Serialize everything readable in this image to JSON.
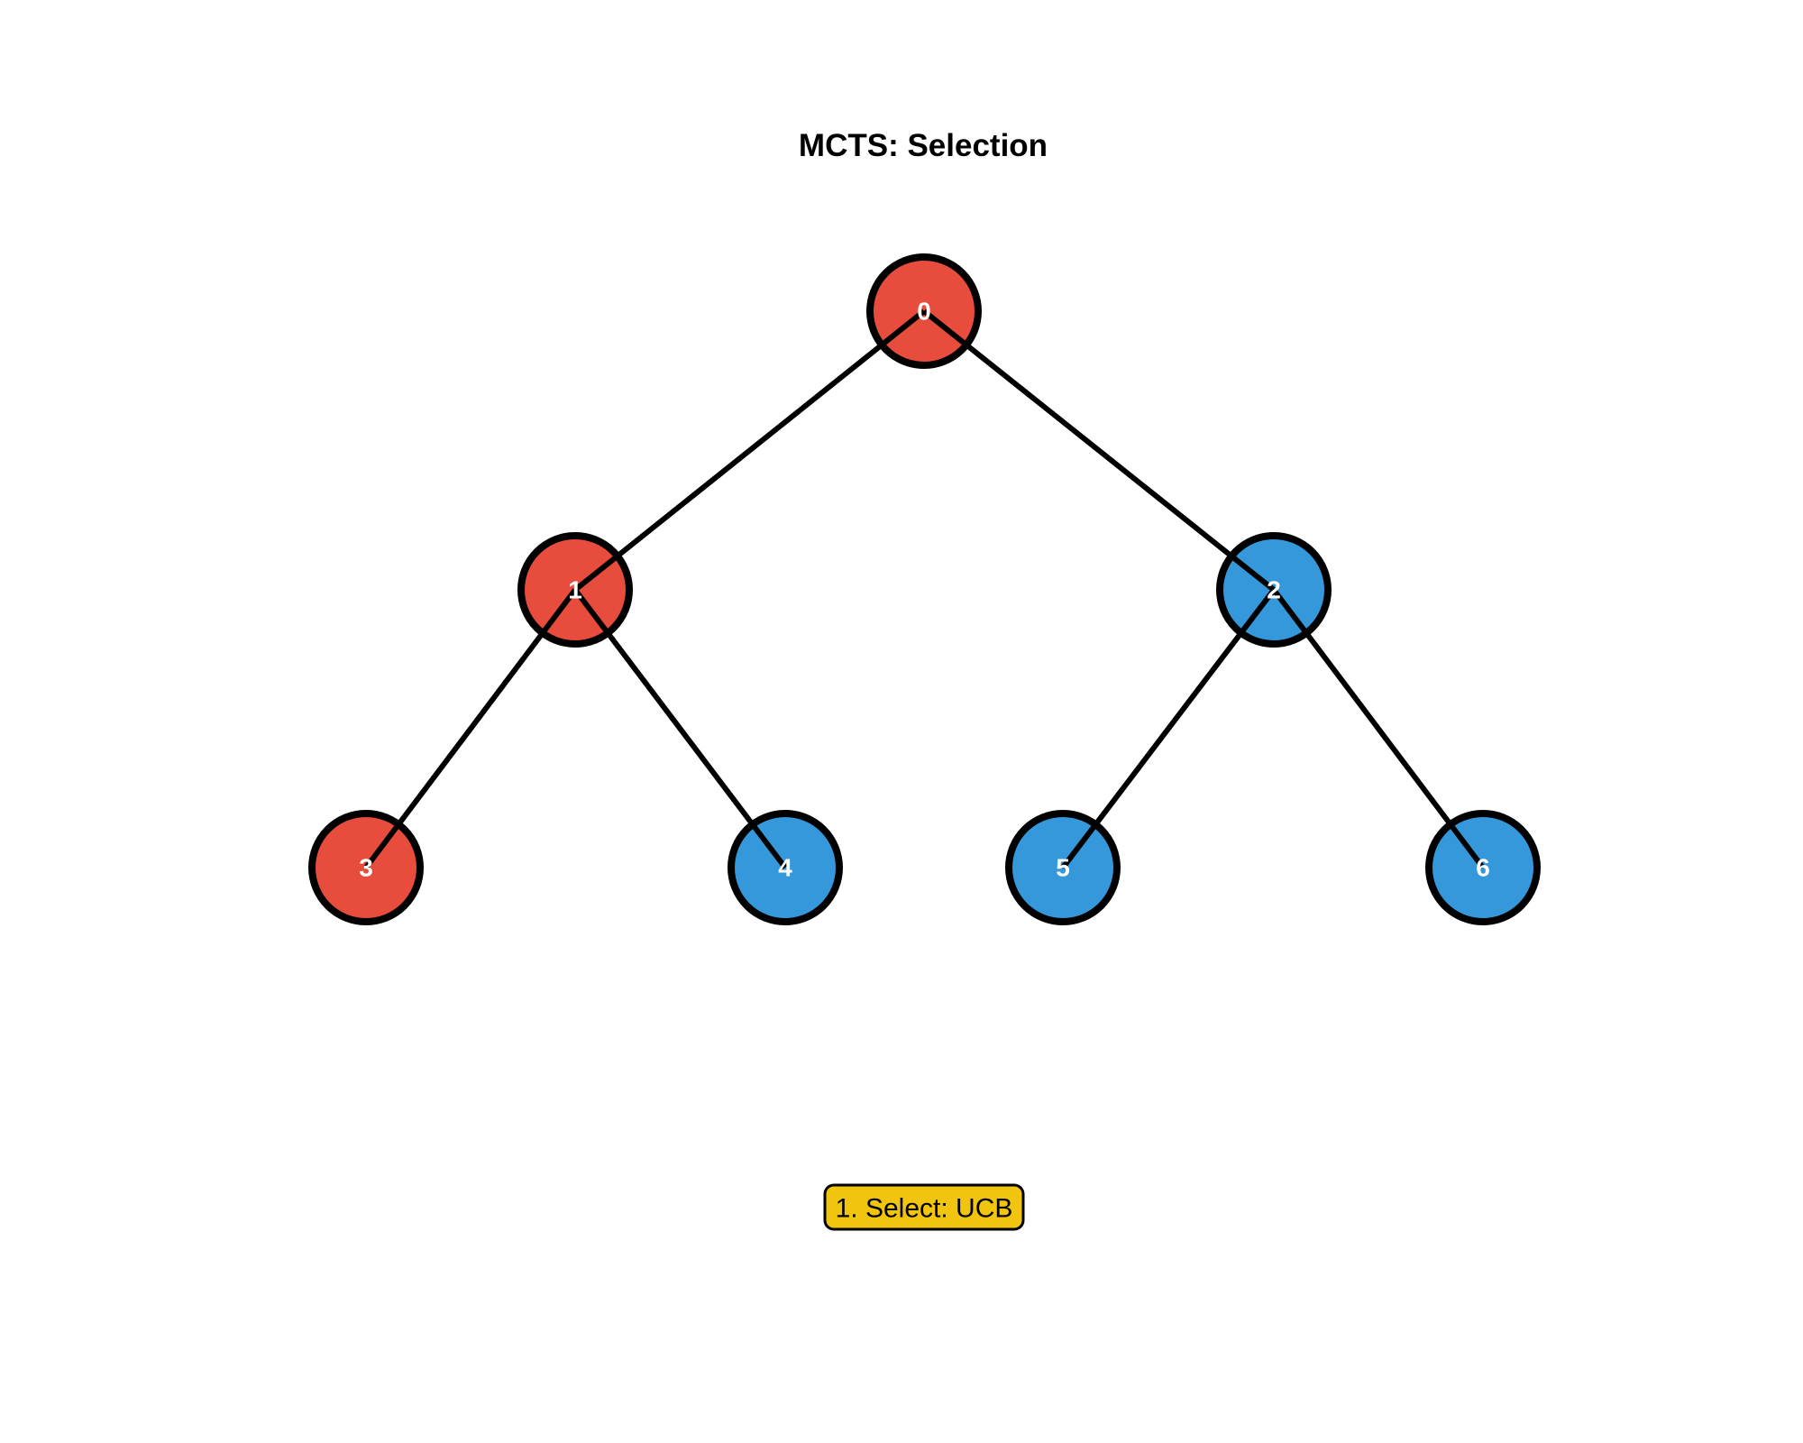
{
  "title": "MCTS: Selection",
  "badge": {
    "label": "1. Select: UCB",
    "bg_color": "#f1c40f",
    "border_color": "#000000",
    "text_color": "#000000"
  },
  "colors": {
    "highlighted_node": "#e74c3c",
    "normal_node": "#3498db",
    "node_border": "#000000",
    "edge": "#000000",
    "node_label": "#ffffff",
    "background": "#ffffff",
    "title_text": "#000000"
  },
  "tree": {
    "nodes": [
      {
        "id": "0",
        "label": "0",
        "color": "#e74c3c",
        "highlighted": true
      },
      {
        "id": "1",
        "label": "1",
        "color": "#e74c3c",
        "highlighted": true
      },
      {
        "id": "2",
        "label": "2",
        "color": "#3498db",
        "highlighted": false
      },
      {
        "id": "3",
        "label": "3",
        "color": "#e74c3c",
        "highlighted": true
      },
      {
        "id": "4",
        "label": "4",
        "color": "#3498db",
        "highlighted": false
      },
      {
        "id": "5",
        "label": "5",
        "color": "#3498db",
        "highlighted": false
      },
      {
        "id": "6",
        "label": "6",
        "color": "#3498db",
        "highlighted": false
      }
    ],
    "edges": [
      {
        "from": "0",
        "to": "1"
      },
      {
        "from": "0",
        "to": "2"
      },
      {
        "from": "1",
        "to": "3"
      },
      {
        "from": "1",
        "to": "4"
      },
      {
        "from": "2",
        "to": "5"
      },
      {
        "from": "2",
        "to": "6"
      }
    ]
  }
}
